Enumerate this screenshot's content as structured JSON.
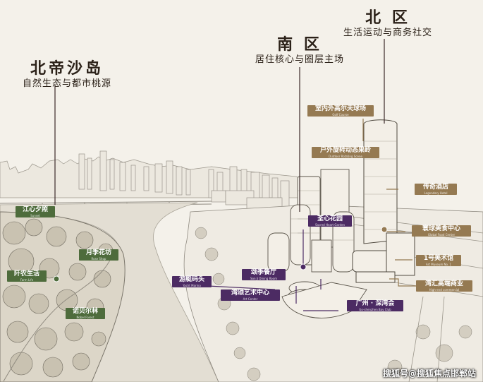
{
  "zones": {
    "north_island": {
      "title": "北帝沙岛",
      "subtitle": "自然生态与都市桃源"
    },
    "south": {
      "title": "南 区",
      "subtitle": "居住核心与圈层主场"
    },
    "north": {
      "title": "北 区",
      "subtitle": "生活运动与商务社交"
    }
  },
  "island_labels": [
    {
      "zh": "江心夕照",
      "en": "Sunset"
    },
    {
      "zh": "月季花坊",
      "en": "Rose Shop"
    },
    {
      "zh": "阡农生活",
      "en": "Farm Life"
    },
    {
      "zh": "诺贝尔林",
      "en": "Nobel Forest"
    }
  ],
  "north_labels": [
    {
      "zh": "室内外高尔夫球场",
      "en": "Golf Course"
    },
    {
      "zh": "户外旋转动态果岭",
      "en": "Outdoor Rotating Scene"
    },
    {
      "zh": "传奇酒店",
      "en": "Legendary Hotel"
    },
    {
      "zh": "寰球美食中心",
      "en": "Global Food Center"
    },
    {
      "zh": "1号美术馆",
      "en": "Art Museum No. 1"
    },
    {
      "zh": "湾汇高端商业",
      "en": "High-end commercial"
    }
  ],
  "south_labels": [
    {
      "zh": "荃心花园",
      "en": "Sacred Heart Garden"
    },
    {
      "zh": "游艇码头",
      "en": "Yacht Marina"
    },
    {
      "zh": "颂季餐厅",
      "en": "Son Ji Dining Room"
    },
    {
      "zh": "湾颂艺术中心",
      "en": "Art Center"
    },
    {
      "zh": "广州 · 深湾会",
      "en": "Go-shenzhen Bay Club"
    }
  ],
  "watermark": "搜狐号@搜狐焦点邯郸站",
  "colors": {
    "island_label": "#4e6c3c",
    "north_label": "#957a52",
    "south_label": "#4c2b63",
    "background": "#f4f1ea"
  }
}
